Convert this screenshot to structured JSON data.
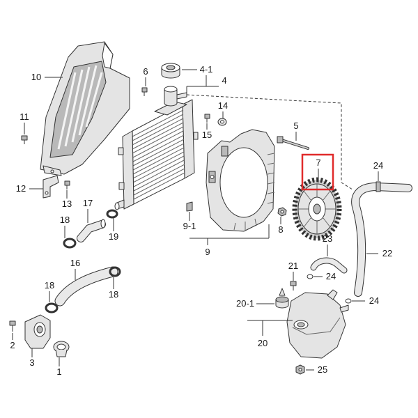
{
  "callouts": [
    "10",
    "6",
    "4-1",
    "4",
    "14",
    "11",
    "15",
    "5",
    "7",
    "24",
    "12",
    "13",
    "17",
    "18",
    "19",
    "9-1",
    "8",
    "9",
    "23",
    "22",
    "16",
    "21",
    "24",
    "18",
    "18",
    "20-1",
    "24",
    "2",
    "3",
    "1",
    "20",
    "25"
  ],
  "colors": {
    "highlight": "#e02b2b",
    "line": "#333333"
  }
}
